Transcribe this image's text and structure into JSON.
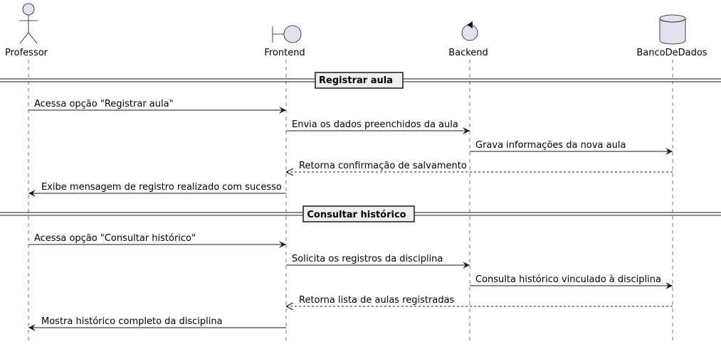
{
  "participants": [
    {
      "id": "professor",
      "label": "Professor",
      "kind": "actor"
    },
    {
      "id": "frontend",
      "label": "Frontend",
      "kind": "boundary"
    },
    {
      "id": "backend",
      "label": "Backend",
      "kind": "control"
    },
    {
      "id": "banco",
      "label": "BancoDeDados",
      "kind": "database"
    }
  ],
  "sections": [
    {
      "label": "Registrar aula"
    },
    {
      "label": "Consultar histórico"
    }
  ],
  "messages": [
    {
      "text": "Acessa opção \"Registrar aula\"",
      "from": "professor",
      "to": "frontend",
      "style": "solid"
    },
    {
      "text": "Envia os dados preenchidos da aula",
      "from": "frontend",
      "to": "backend",
      "style": "solid"
    },
    {
      "text": "Grava informações da nova aula",
      "from": "backend",
      "to": "banco",
      "style": "solid"
    },
    {
      "text": "Retorna confirmação de salvamento",
      "from": "banco",
      "to": "frontend",
      "style": "dashed"
    },
    {
      "text": "Exibe mensagem de registro realizado com sucesso",
      "from": "frontend",
      "to": "professor",
      "style": "solid"
    },
    {
      "text": "Acessa opção \"Consultar histórico\"",
      "from": "professor",
      "to": "frontend",
      "style": "solid"
    },
    {
      "text": "Solicita os registros da disciplina",
      "from": "frontend",
      "to": "backend",
      "style": "solid"
    },
    {
      "text": "Consulta histórico vinculado à disciplina",
      "from": "backend",
      "to": "banco",
      "style": "solid"
    },
    {
      "text": "Retorna lista de aulas registradas",
      "from": "banco",
      "to": "frontend",
      "style": "dashed"
    },
    {
      "text": "Mostra histórico completo da disciplina",
      "from": "frontend",
      "to": "professor",
      "style": "solid"
    }
  ],
  "colors": {
    "participant_fill": "#E2E2F0",
    "participant_stroke": "#181818",
    "separator_fill": "#EEEEEE",
    "lifeline": "#181818"
  }
}
